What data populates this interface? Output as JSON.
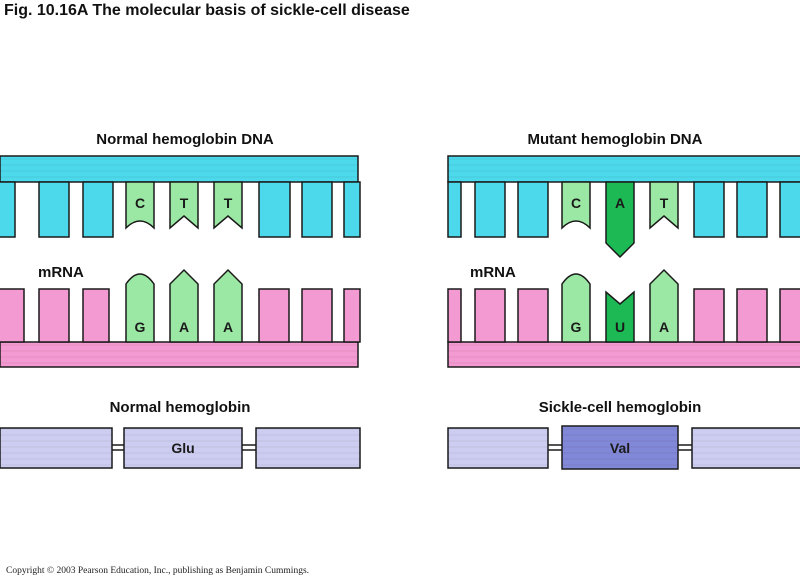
{
  "figure": {
    "title": "Fig. 10.16A  The molecular basis of sickle-cell disease",
    "copyright": "Copyright © 2003 Pearson Education, Inc., publishing as Benjamin Cummings."
  },
  "normal": {
    "dna_title": "Normal hemoglobin DNA",
    "dna_bases": [
      "C",
      "T",
      "T"
    ],
    "mrna_label": "mRNA",
    "mrna_bases": [
      "G",
      "A",
      "A"
    ],
    "protein_title": "Normal hemoglobin",
    "amino_acid": "Glu"
  },
  "mutant": {
    "dna_title": "Mutant hemoglobin DNA",
    "dna_bases": [
      "C",
      "A",
      "T"
    ],
    "mrna_label": "mRNA",
    "mrna_bases": [
      "G",
      "U",
      "A"
    ],
    "protein_title": "Sickle-cell hemoglobin",
    "amino_acid": "Val"
  },
  "colors": {
    "dna": "#4dd9ec",
    "mrna": "#f49ad2",
    "base": "#9be8a4",
    "mutant_base": "#1db954",
    "protein": "#cccdf0",
    "mutant_protein": "#8288d8"
  }
}
